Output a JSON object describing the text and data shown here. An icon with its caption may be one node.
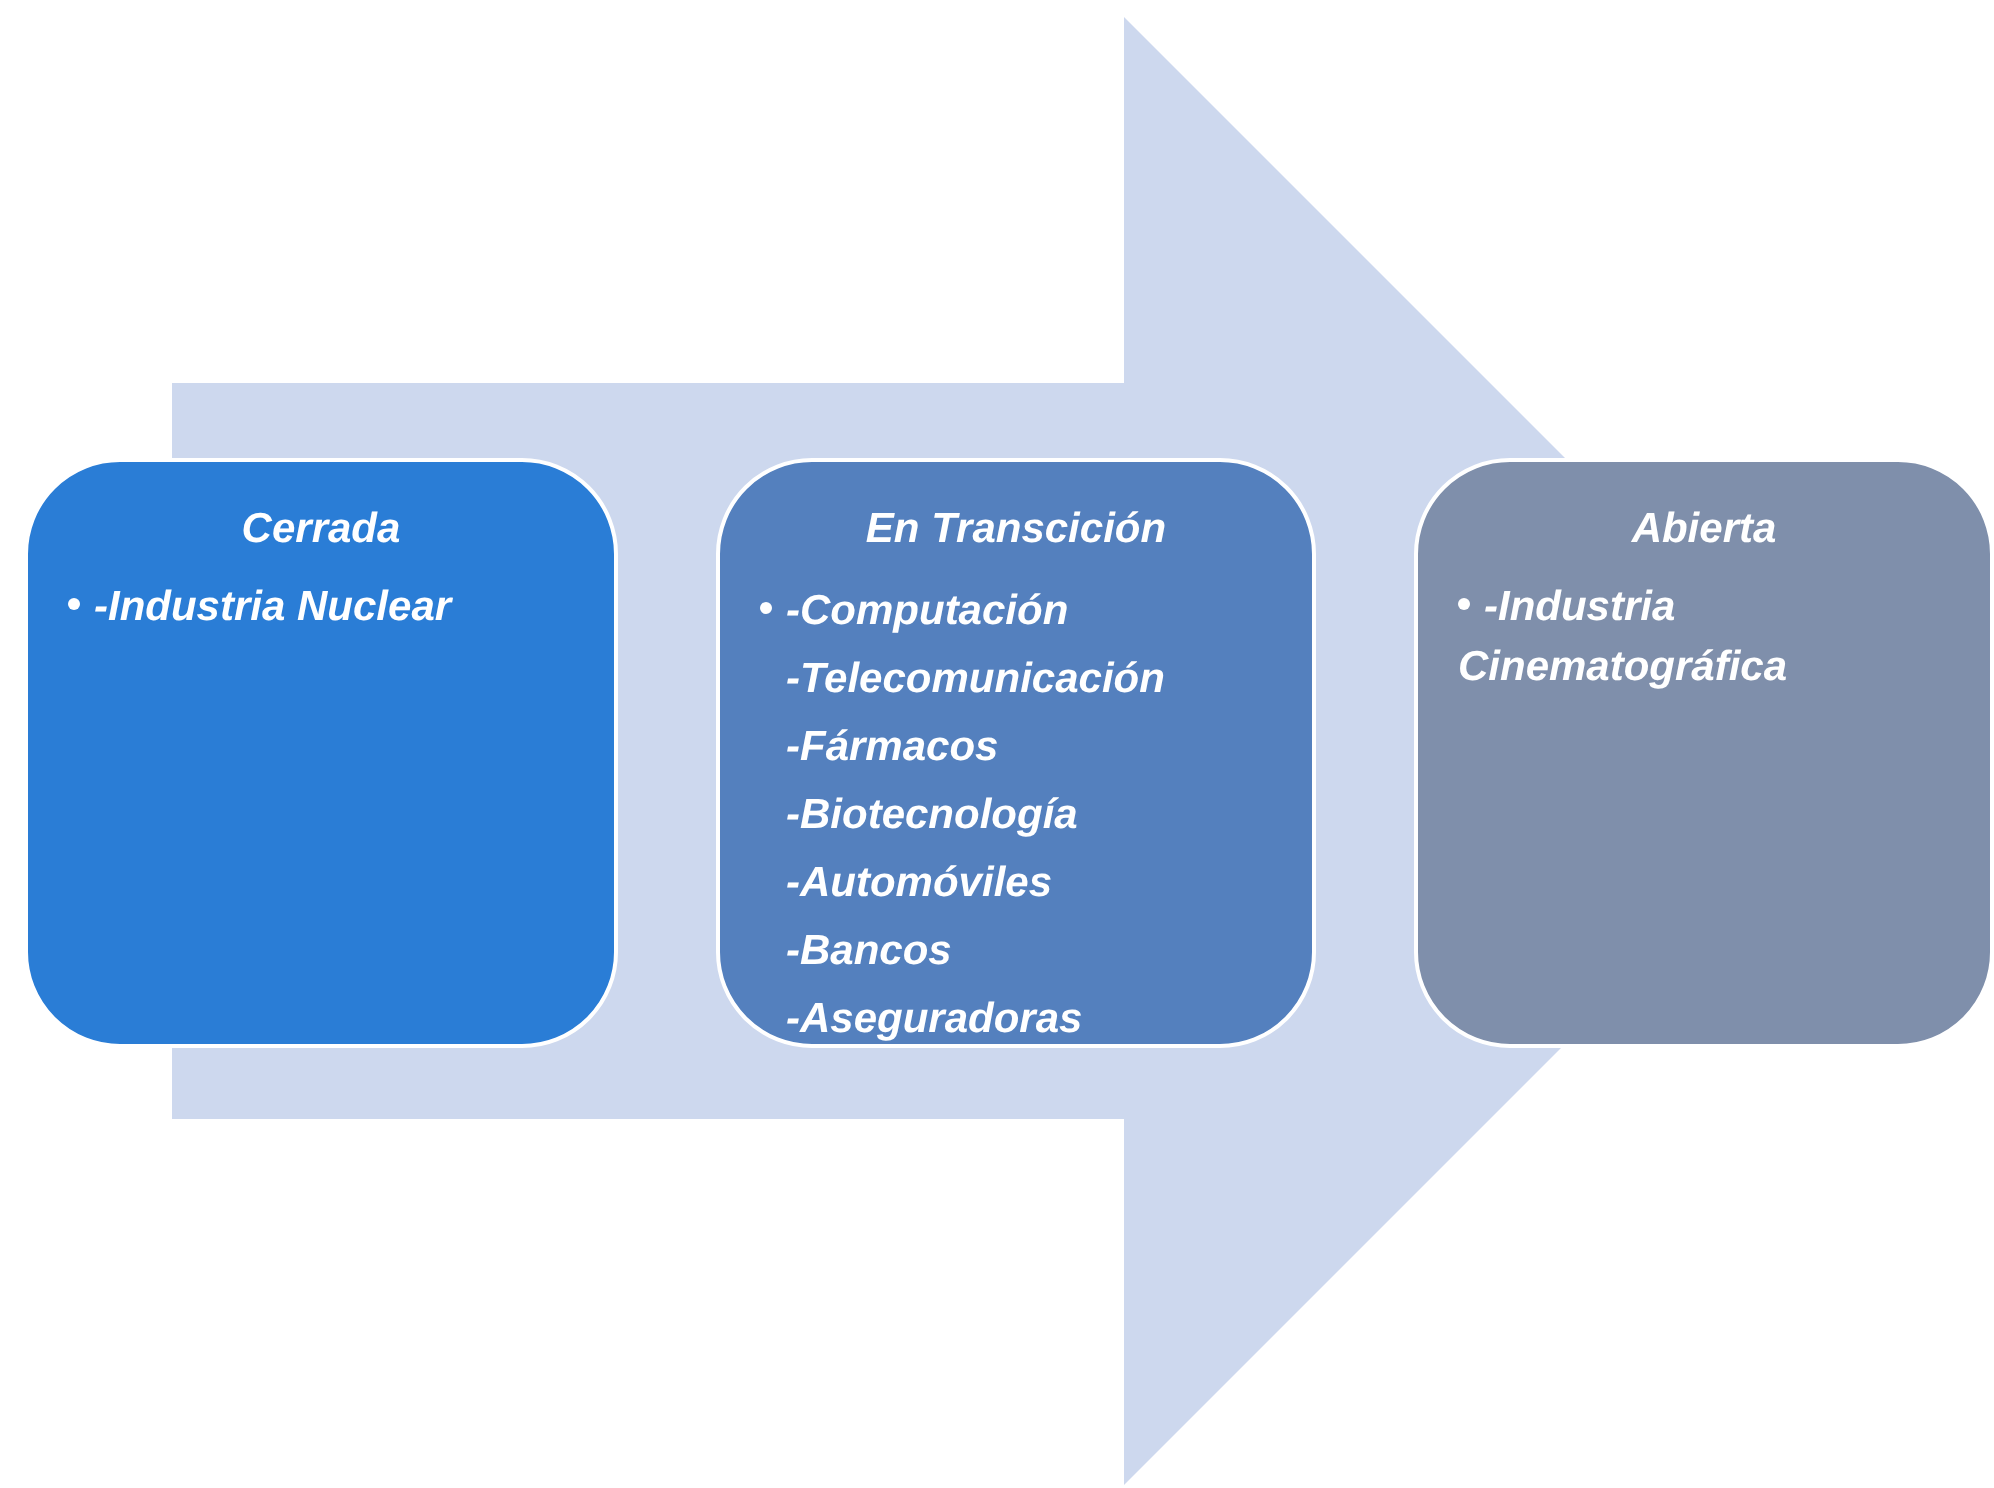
{
  "diagram": {
    "nodes": [
      {
        "text": [
          "Cerrada",
          "-Industria Nuclear"
        ]
      },
      {
        "text": [
          "En Transcición",
          "-Computación",
          "-Telecomunicación",
          "-Fármacos",
          "-Biotecnología",
          "-Automóviles",
          "-Bancos",
          "-Aseguradoras"
        ]
      },
      {
        "text": [
          "Abierta",
          "-Industria Cinematográfica"
        ]
      }
    ],
    "edges": [
      {
        "from": 0,
        "to": 2,
        "arrow": "to"
      }
    ]
  }
}
